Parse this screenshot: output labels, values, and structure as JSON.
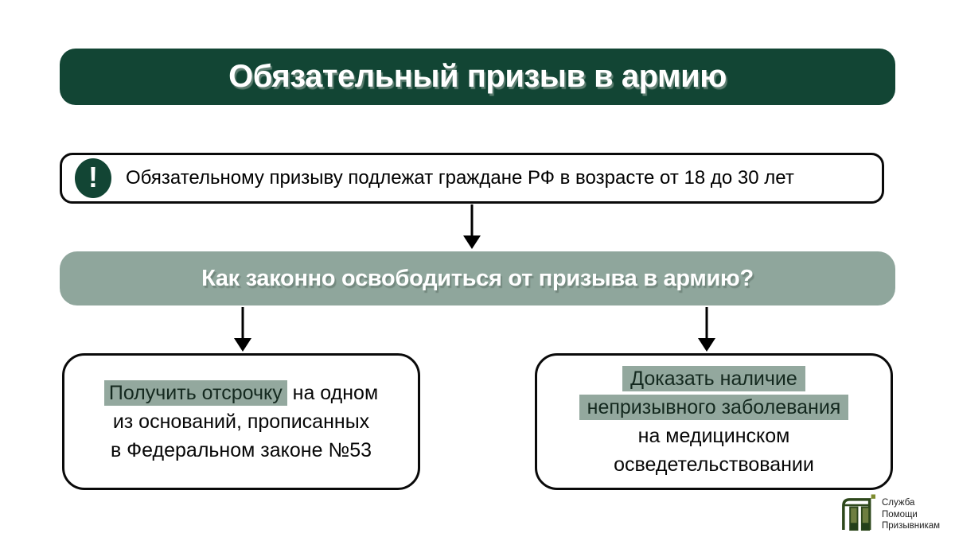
{
  "title": {
    "text": "Обязательный призыв в армию"
  },
  "info_box": {
    "icon": "!",
    "text": "Обязательному призыву подлежат граждане РФ в возрасте от 18 до 30 лет"
  },
  "question_banner": {
    "text": "Как законно освободиться от призыва в армию?"
  },
  "left_option": {
    "line1_highlight": "Получить отсрочку",
    "line1_rest": " на одном",
    "line2": "из оснований, прописанных",
    "line3": "в Федеральном законе №53"
  },
  "right_option": {
    "line1_highlight": "Доказать наличие",
    "line2_highlight": "непризывного заболевания",
    "line3": "на медицинском",
    "line4": "осведетельствовании"
  },
  "logo": {
    "line1": "Служба",
    "line2": "Помощи",
    "line3": "Призывникам"
  },
  "colors": {
    "dark_green": "#124534",
    "sage": "#8FA69C",
    "highlight": "#93A89E",
    "border_black": "#0a0a0a",
    "logo_olive": "#6E7E40",
    "logo_dark_green": "#2E481C"
  }
}
